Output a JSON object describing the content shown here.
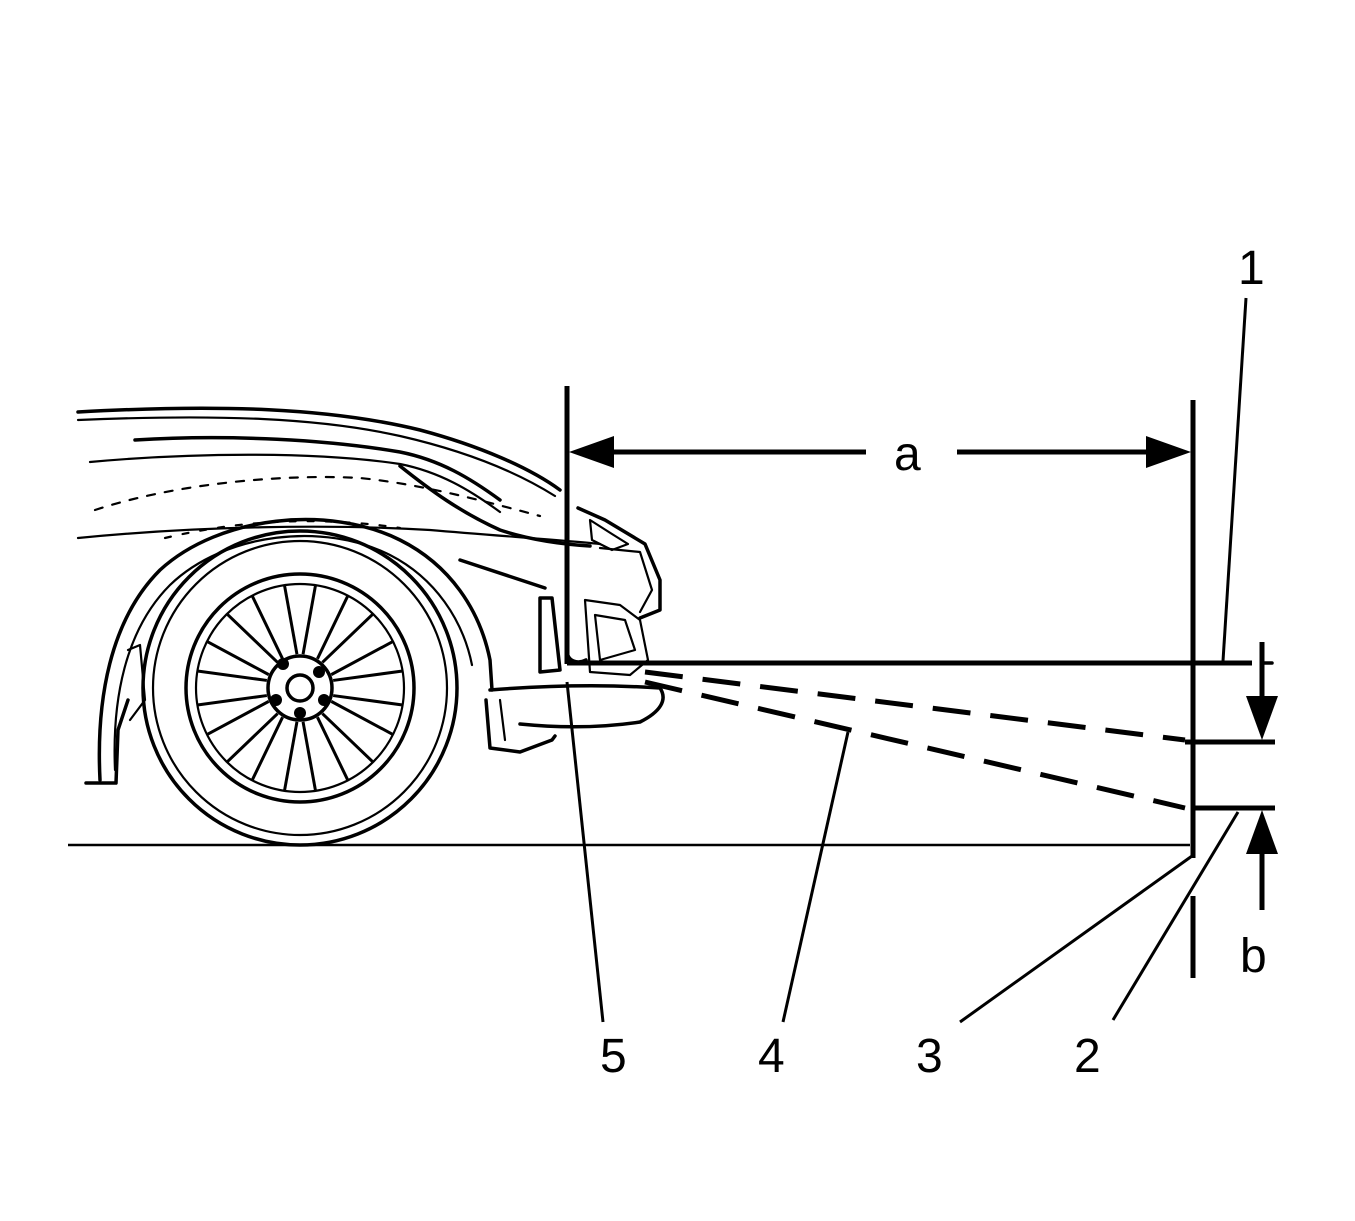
{
  "labels": {
    "callout_1": "1",
    "callout_2": "2",
    "callout_3": "3",
    "callout_4": "4",
    "callout_5": "5",
    "dimension_a": "a",
    "dimension_b": "b"
  }
}
